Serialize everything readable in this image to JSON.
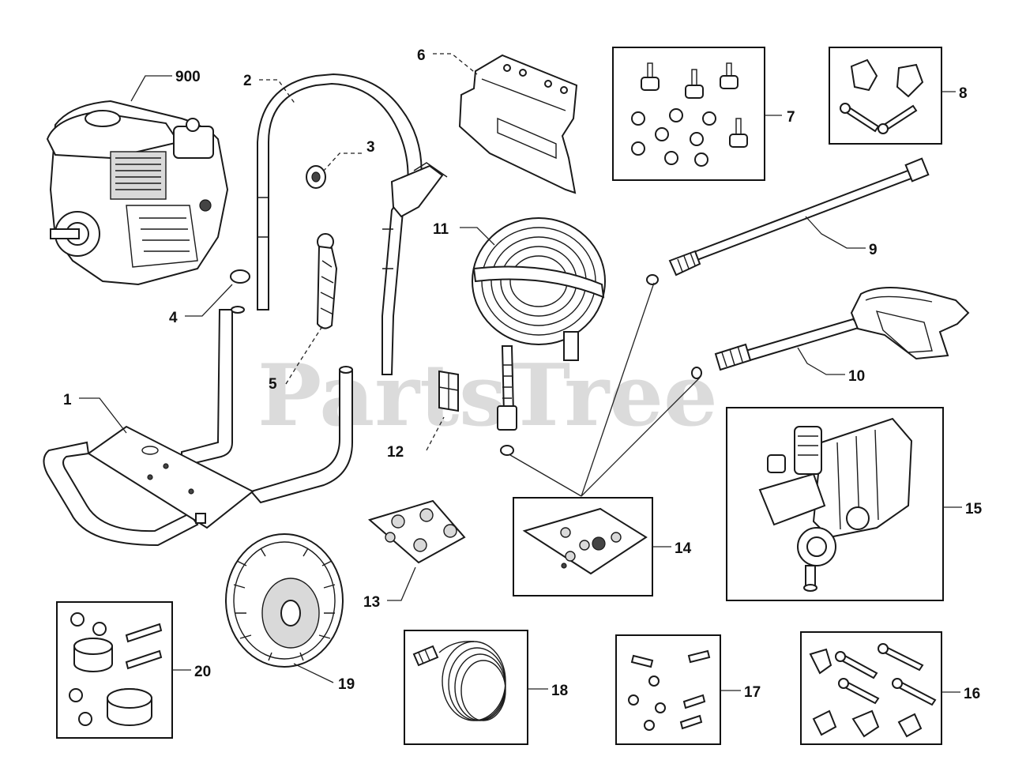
{
  "watermark": "PartsTree",
  "callouts": {
    "c900": "900",
    "c1": "1",
    "c2": "2",
    "c3": "3",
    "c4": "4",
    "c5": "5",
    "c6": "6",
    "c7": "7",
    "c8": "8",
    "c9": "9",
    "c10": "10",
    "c11": "11",
    "c12": "12",
    "c13": "13",
    "c14": "14",
    "c15": "15",
    "c16": "16",
    "c17": "17",
    "c18": "18",
    "c19": "19",
    "c20": "20"
  }
}
